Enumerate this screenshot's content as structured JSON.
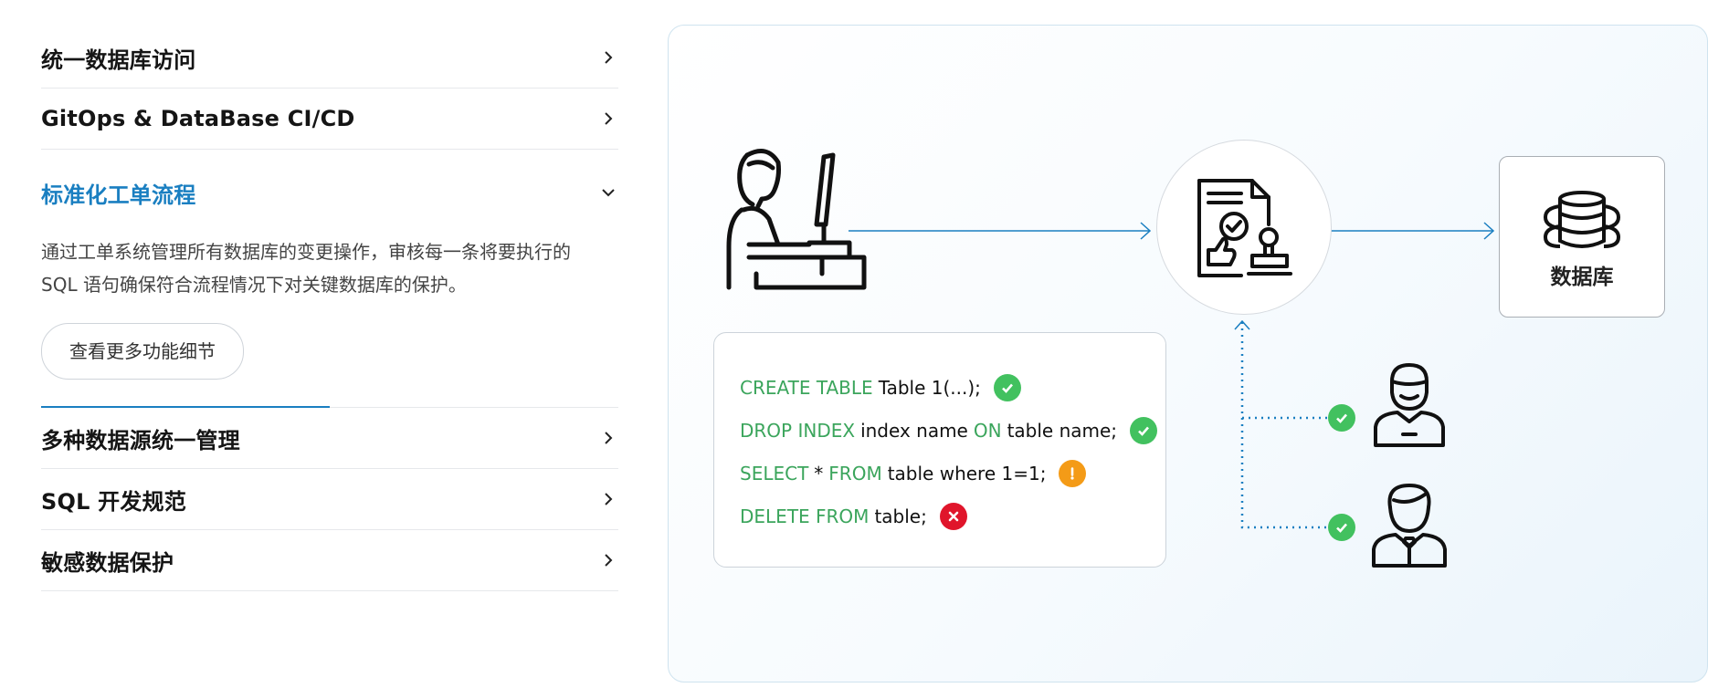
{
  "accordion": {
    "items": [
      {
        "title": "统一数据库访问",
        "expanded": false
      },
      {
        "title": "GitOps & DataBase CI/CD",
        "expanded": false
      },
      {
        "title": "标准化工单流程",
        "expanded": true,
        "description_line1": "通过工单系统管理所有数据库的变更操作，审核每一条将要执行的",
        "description_line2": "SQL 语句确保符合流程情况下对关键数据库的保护。",
        "button_label": "查看更多功能细节",
        "progress": 0.5
      },
      {
        "title": "多种数据源统一管理",
        "expanded": false
      },
      {
        "title": "SQL 开发规范",
        "expanded": false
      },
      {
        "title": "敏感数据保护",
        "expanded": false
      }
    ]
  },
  "diagram": {
    "database_label": "数据库",
    "sql": [
      {
        "keyword1": "CREATE TABLE",
        "text1": "Table 1(...);",
        "keyword2": "",
        "text2": "",
        "status": "ok"
      },
      {
        "keyword1": "DROP INDEX",
        "text1": "index name",
        "keyword2": "ON",
        "text2": "table name;",
        "status": "ok"
      },
      {
        "keyword1": "SELECT",
        "text1": "*",
        "keyword2": "FROM",
        "text2": "table where 1=1;",
        "status": "warn"
      },
      {
        "keyword1": "DELETE FROM",
        "text1": "table;",
        "keyword2": "",
        "text2": "",
        "status": "error"
      }
    ],
    "icons": {
      "developer": "developer-at-computer-icon",
      "review": "approval-document-icon",
      "database": "database-icon",
      "reviewer1": "reviewer-icon",
      "reviewer2": "reviewer-icon"
    },
    "colors": {
      "accent": "#1a7fc1",
      "keyword": "#3ba55c",
      "ok": "#42c15f",
      "warn": "#f49b17",
      "error": "#e0152b"
    }
  }
}
